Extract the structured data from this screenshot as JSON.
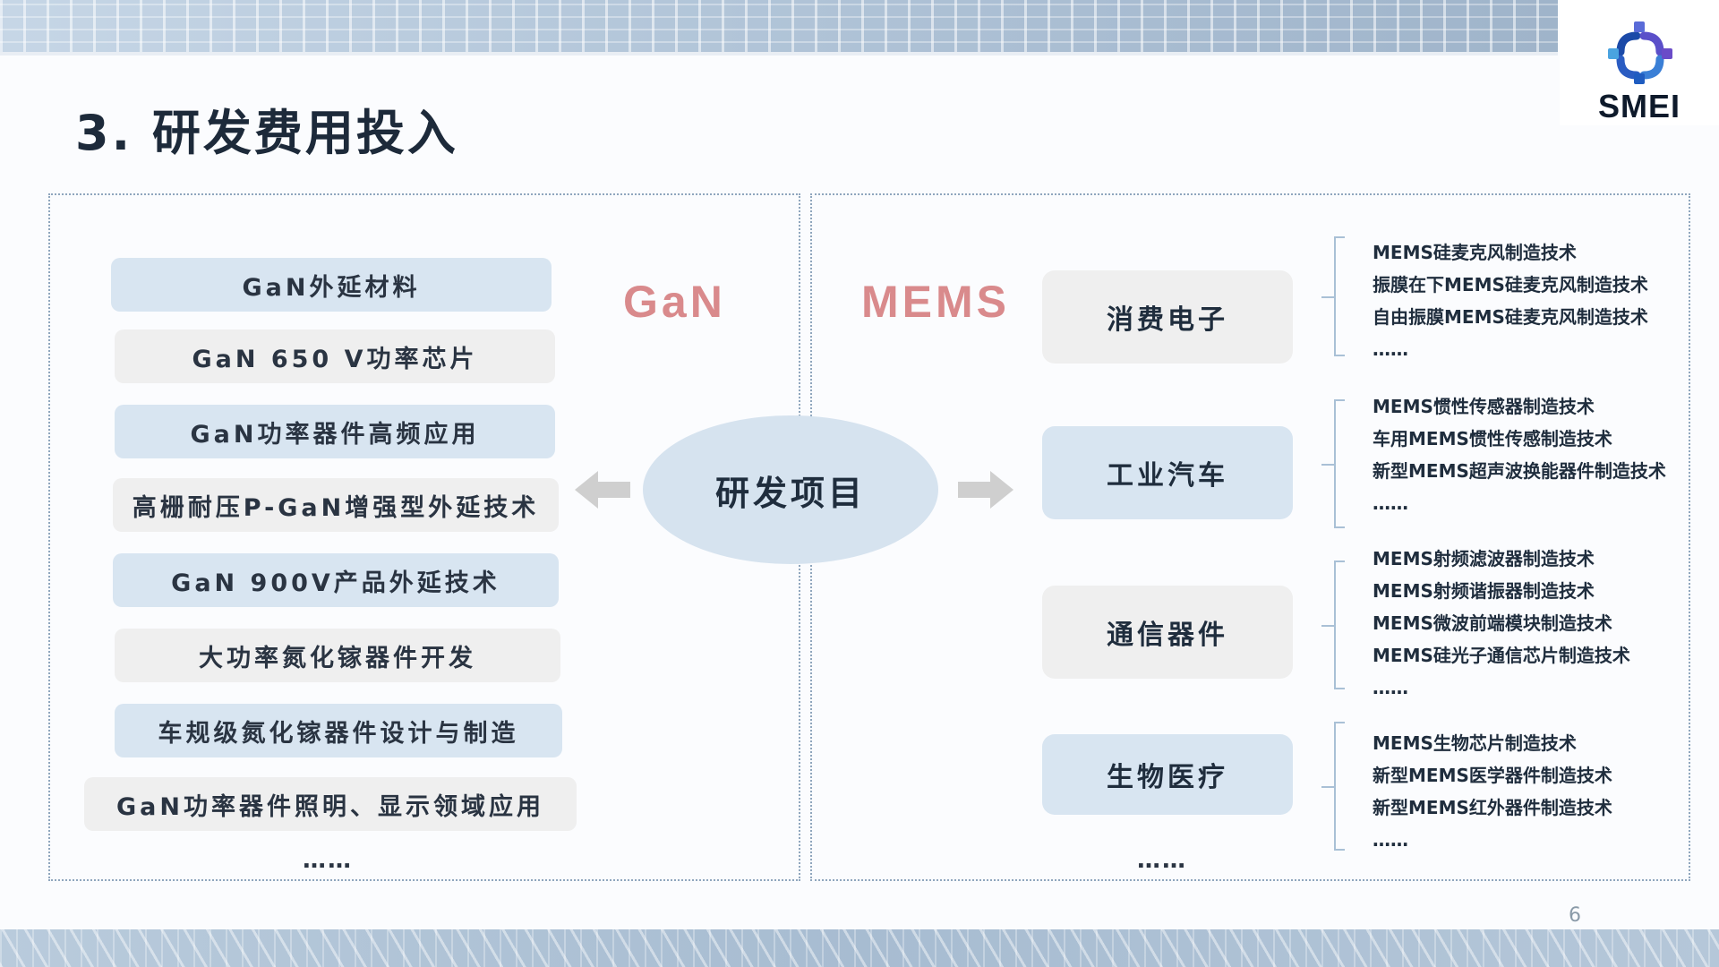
{
  "title": "3. 研发费用投入",
  "logo": {
    "text": "SMEI",
    "icon": "smei-logo-icon"
  },
  "gan": {
    "label": "GaN",
    "items": [
      "GaN外延材料",
      "GaN 650 V功率芯片",
      "GaN功率器件高频应用",
      "高栅耐压P-GaN增强型外延技术",
      "GaN 900V产品外延技术",
      "大功率氮化镓器件开发",
      "车规级氮化镓器件设计与制造",
      "GaN功率器件照明、显示领域应用"
    ],
    "more": "……"
  },
  "center": {
    "label": "研发项目"
  },
  "mems": {
    "label": "MEMS",
    "categories": [
      {
        "name": "消费电子",
        "techs": [
          "MEMS硅麦克风制造技术",
          "振膜在下MEMS硅麦克风制造技术",
          "自由振膜MEMS硅麦克风制造技术",
          "……"
        ]
      },
      {
        "name": "工业汽车",
        "techs": [
          "MEMS惯性传感器制造技术",
          "车用MEMS惯性传感制造技术",
          "新型MEMS超声波换能器件制造技术",
          "……"
        ]
      },
      {
        "name": "通信器件",
        "techs": [
          "MEMS射频滤波器制造技术",
          "MEMS射频谐振器制造技术",
          "MEMS微波前端模块制造技术",
          "MEMS硅光子通信芯片制造技术",
          "……"
        ]
      },
      {
        "name": "生物医疗",
        "techs": [
          "MEMS生物芯片制造技术",
          "新型MEMS医学器件制造技术",
          "新型MEMS红外器件制造技术",
          "……"
        ]
      }
    ],
    "more": "……"
  },
  "page_number": "6",
  "colors": {
    "accent_label": "#d98a8c",
    "blue_box": "#d8e5f1",
    "gray_box": "#efefef",
    "ellipse": "#d6e3ef",
    "bracket": "#a9c0d6"
  }
}
